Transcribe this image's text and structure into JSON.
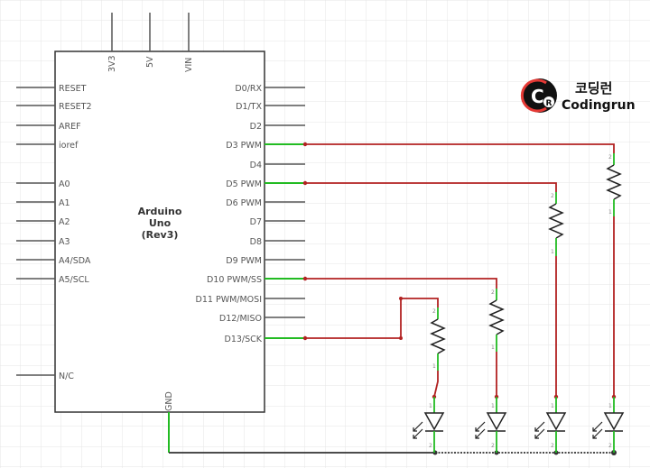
{
  "board": {
    "name_line1": "Arduino",
    "name_line2": "Uno",
    "name_line3": "(Rev3)",
    "top_pins": [
      "3V3",
      "5V",
      "VIN"
    ],
    "bottom_pin": "GND",
    "left_pins": [
      "RESET",
      "RESET2",
      "AREF",
      "ioref",
      "A0",
      "A1",
      "A2",
      "A3",
      "A4/SDA",
      "A5/SCL",
      "N/C"
    ],
    "right_pins": [
      "D0/RX",
      "D1/TX",
      "D2",
      "D3 PWM",
      "D4",
      "D5 PWM",
      "D6 PWM",
      "D7",
      "D8",
      "D9 PWM",
      "D10 PWM/SS",
      "D11 PWM/MOSI",
      "D12/MISO",
      "D13/SCK"
    ]
  },
  "component_pin_labels": {
    "pin1": "1",
    "pin2": "2"
  },
  "logo": {
    "mark": "C",
    "mark_sub": "R",
    "korean": "코딩런",
    "english": "Codingrun"
  },
  "colors": {
    "wire": "#b22222",
    "pin_active": "#22bb22",
    "grid": "#e6e6e6",
    "outline": "#333333"
  }
}
